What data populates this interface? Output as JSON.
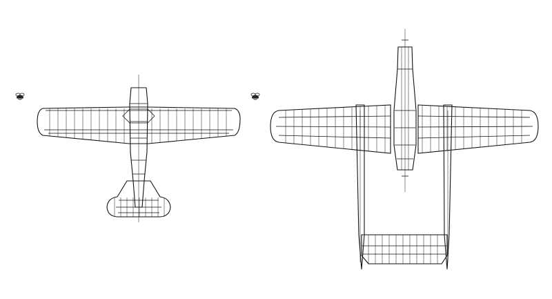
{
  "canvas": {
    "background": "#ffffff",
    "line_color": "#111111"
  },
  "views": [
    {
      "id": "aircraft-a",
      "kind": "top-view-drawing",
      "icon": "bee-icon"
    },
    {
      "id": "aircraft-b",
      "kind": "top-view-drawing",
      "icon": "bee-icon"
    }
  ]
}
